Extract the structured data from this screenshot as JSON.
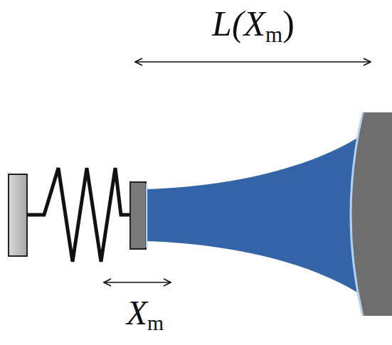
{
  "diagram": {
    "labels": [
      "L(X",
      "m",
      ")",
      "X",
      "m"
    ]
  }
}
